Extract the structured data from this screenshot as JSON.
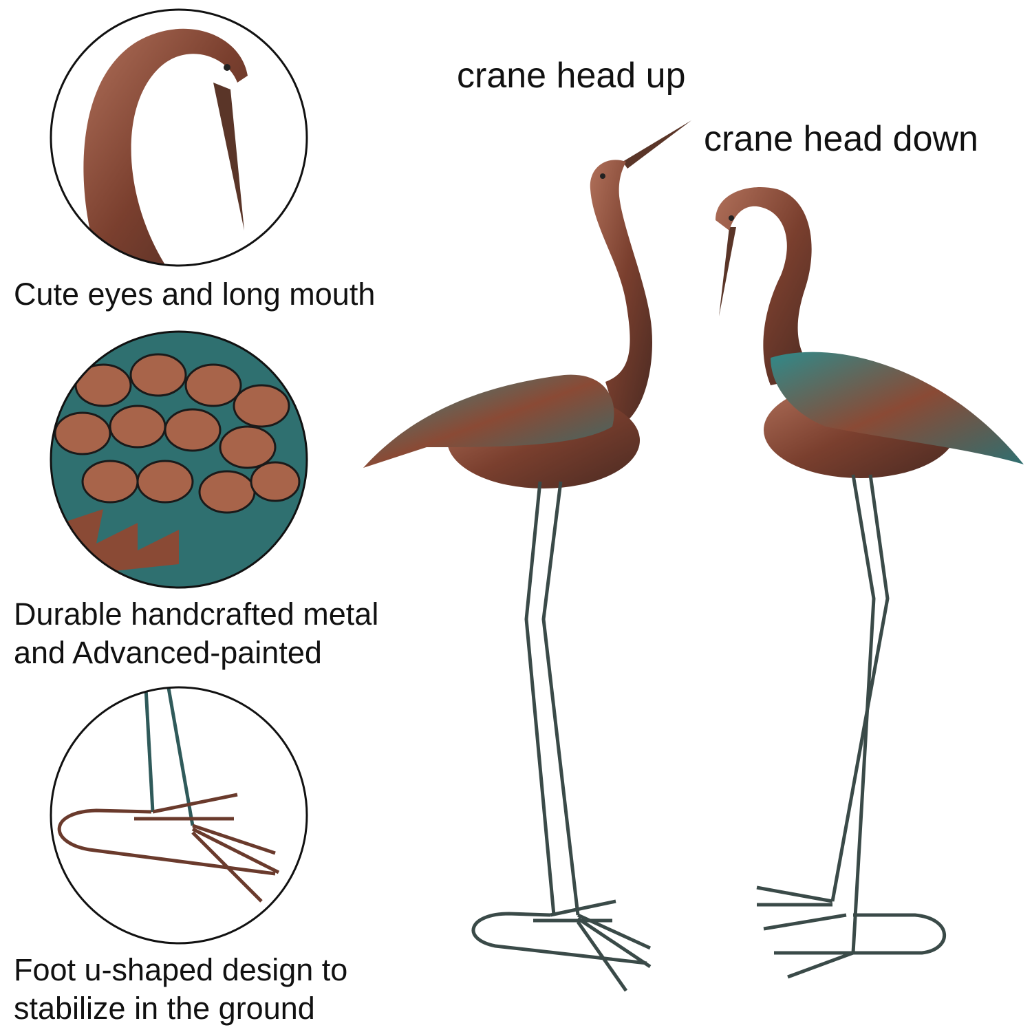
{
  "labels": {
    "head_up": "crane head up",
    "head_down": "crane head down"
  },
  "features": [
    {
      "line1": "Cute eyes and long mouth"
    },
    {
      "line1": "Durable handcrafted metal",
      "line2": "and Advanced-painted"
    },
    {
      "line1": "Foot u-shaped design to",
      "line2": "stabilize in the ground"
    }
  ],
  "colors": {
    "copper": "#8a4a35",
    "teal": "#2f7f80",
    "dark": "#3a2420"
  }
}
